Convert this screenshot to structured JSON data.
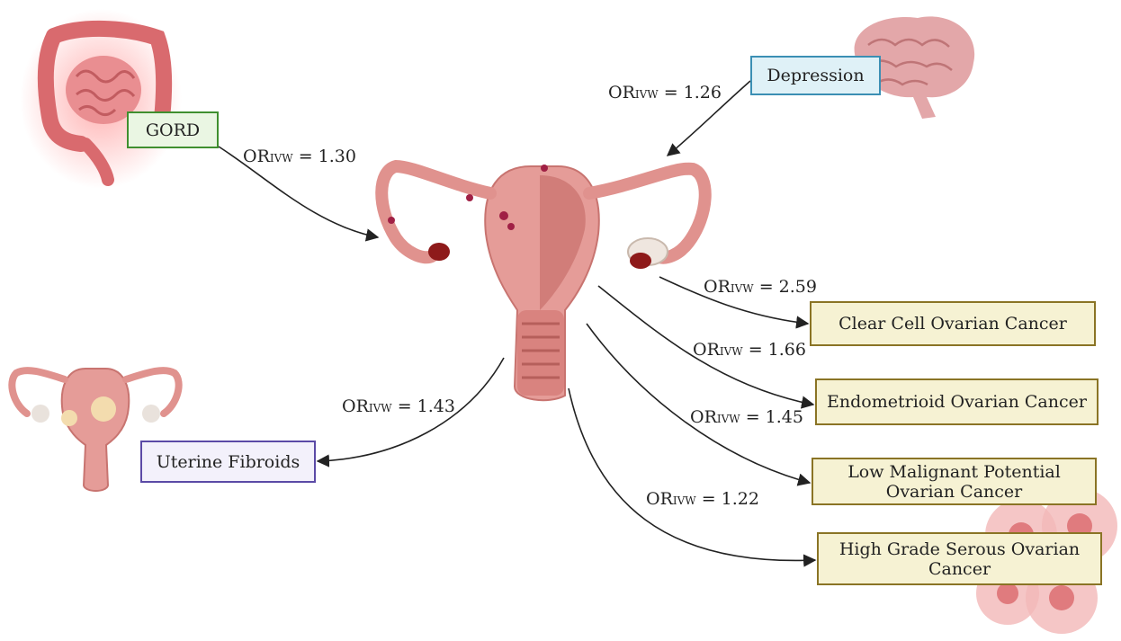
{
  "exposures": {
    "gord": "GORD",
    "depression": "Depression"
  },
  "outcomes": {
    "uterine_fibroids": "Uterine Fibroids",
    "clear_cell": "Clear Cell Ovarian Cancer",
    "endometrioid": "Endometrioid Ovarian Cancer",
    "low_malignant_line1": "Low Malignant Potential",
    "low_malignant_line2": "Ovarian Cancer",
    "high_grade_line1": "High Grade Serous Ovarian",
    "high_grade_line2": "Cancer"
  },
  "or_prefix": "OR",
  "or_subscript": "IVW",
  "odds_ratios": {
    "gord": "= 1.30",
    "depression": "= 1.26",
    "uterine_fibroids": "= 1.43",
    "clear_cell": "= 2.59",
    "endometrioid": "= 1.66",
    "low_malignant": "= 1.45",
    "high_grade": "= 1.22"
  },
  "colors": {
    "gord_border": "#3f8f2f",
    "gord_fill": "#eaf6e3",
    "depression_border": "#3b8fb4",
    "depression_fill": "#dff1f7",
    "fibroids_border": "#5b4aa6",
    "fibroids_fill": "#f3f1fb",
    "cancer_border": "#8a7425",
    "cancer_fill": "#f6f2d3",
    "uterus": "#e49a98",
    "uterus_dark": "#b85f5f",
    "intestine": "#e8868a",
    "brain": "#e0a4a6",
    "arrow": "#222222"
  },
  "icons": [
    "intestine-illustration",
    "brain-illustration",
    "uterus-illustration",
    "small-uterus-illustration",
    "cancer-cells-illustration"
  ]
}
